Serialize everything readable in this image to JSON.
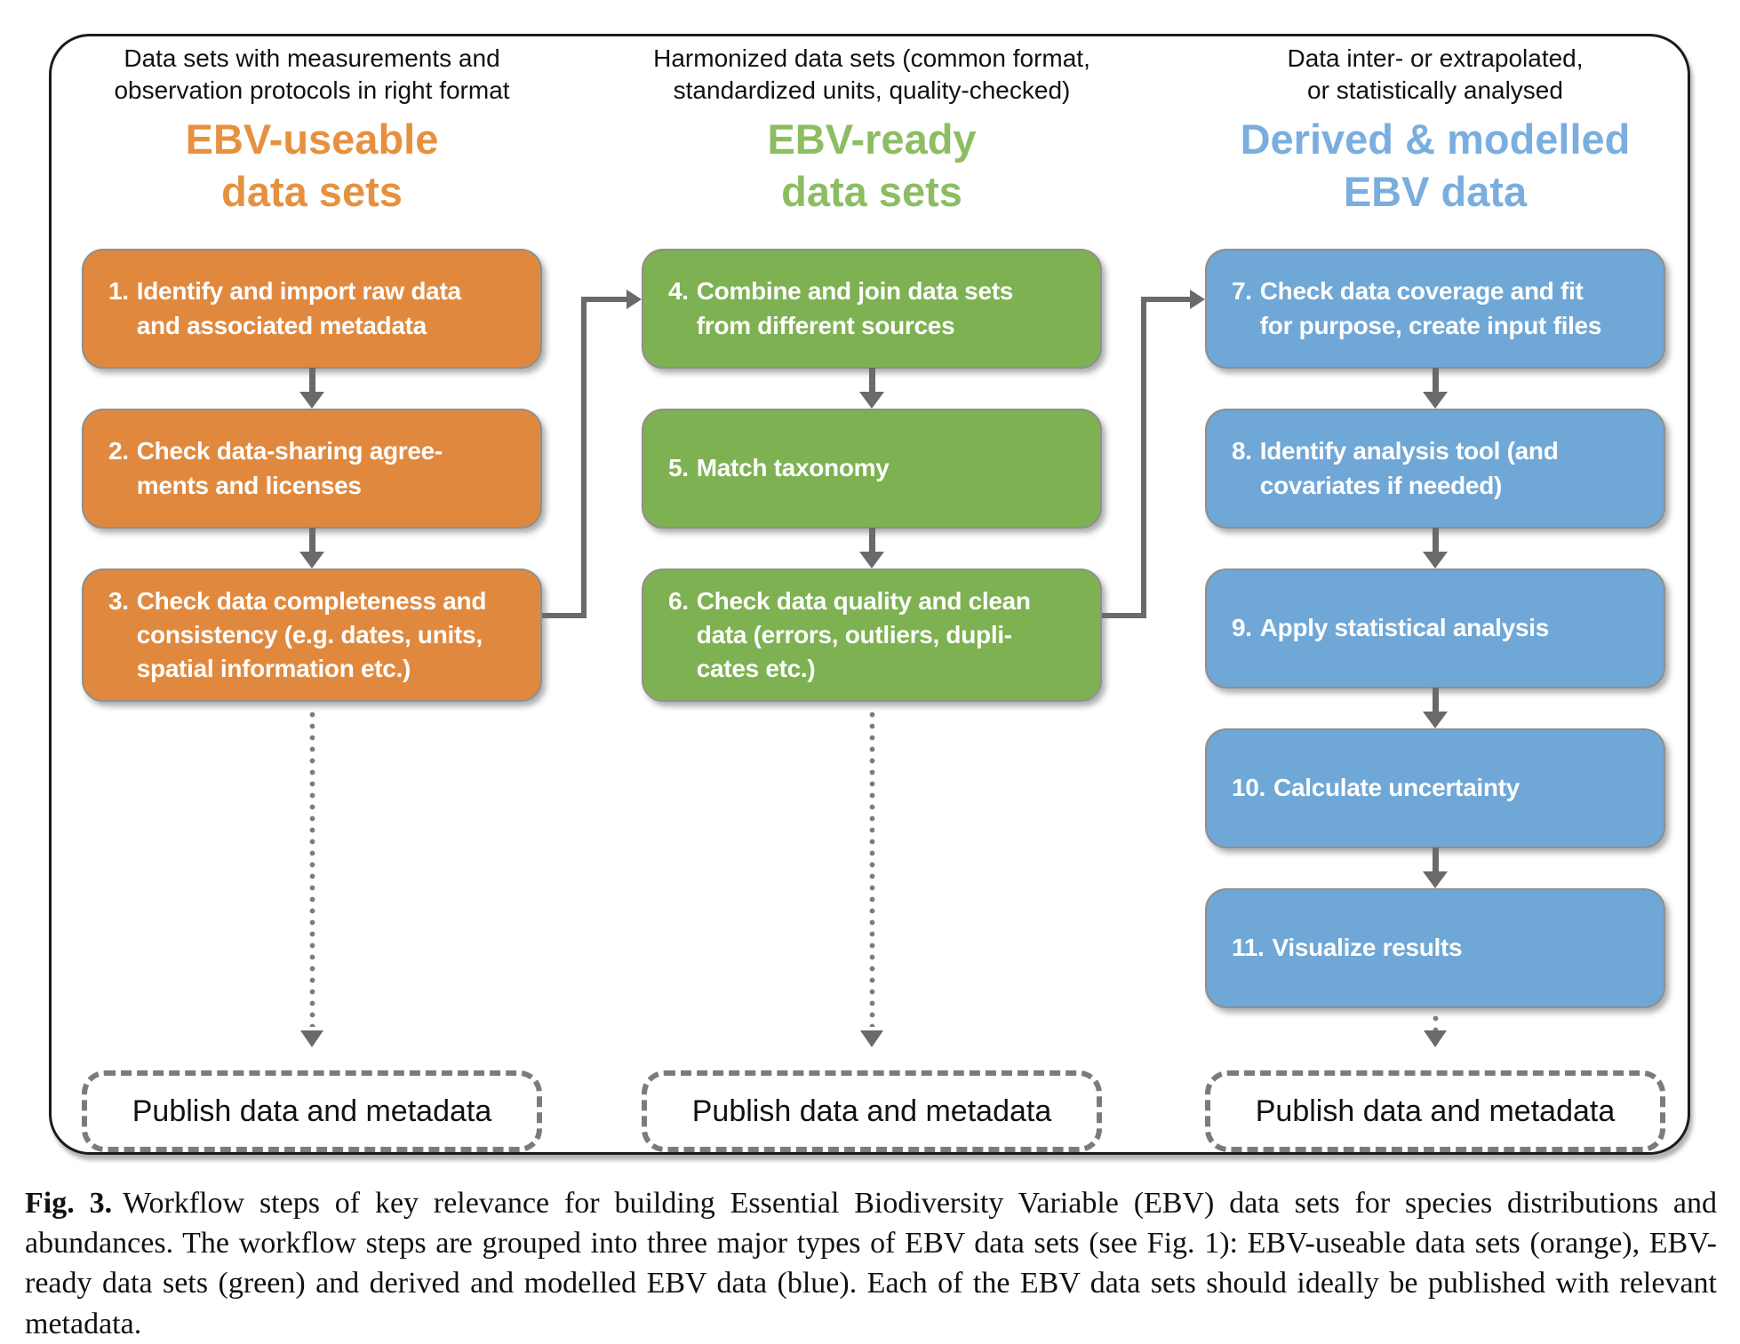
{
  "figure": {
    "caption_label": "Fig. 3.",
    "caption_text": "Workflow steps of key relevance for building Essential Biodiversity Variable (EBV) data sets for species distributions and abundances. The workflow steps are grouped into three major types of EBV data sets (see Fig. 1): EBV-useable data sets (orange), EBV-ready data sets (green) and derived and modelled EBV data (blue). Each of the EBV data sets should ideally be published with relevant metadata."
  },
  "colors": {
    "orange_box": "#E0893E",
    "green_box": "#7DB152",
    "blue_box": "#6FA7D6",
    "orange_title": "#E6913F",
    "green_title": "#8CBD62",
    "blue_title": "#79AEDF",
    "arrow_gray": "#6A6A6A",
    "dashed_border_gray": "#7B7B7B",
    "frame_black": "#1B1B1B"
  },
  "columns": [
    {
      "header": "Data sets with measurements and\nobservation protocols in right format",
      "title": "EBV-useable\ndata sets",
      "steps": [
        {
          "num": "1.",
          "text": "Identify and import raw data\nand associated metadata"
        },
        {
          "num": "2.",
          "text": "Check data-sharing agree-\nments and licenses"
        },
        {
          "num": "3.",
          "text": "Check data completeness and\nconsistency (e.g. dates, units,\nspatial information etc.)"
        }
      ],
      "publish": "Publish data and metadata"
    },
    {
      "header": "Harmonized data sets (common format,\nstandardized units, quality-checked)",
      "title": "EBV-ready\ndata sets",
      "steps": [
        {
          "num": "4.",
          "text": "Combine and join data sets\nfrom different sources"
        },
        {
          "num": "5.",
          "text": "Match taxonomy"
        },
        {
          "num": "6.",
          "text": "Check data quality and clean\ndata (errors, outliers, dupli-\ncates etc.)"
        }
      ],
      "publish": "Publish data and metadata"
    },
    {
      "header": "Data inter- or extrapolated,\nor statistically analysed",
      "title": "Derived & modelled\nEBV data",
      "steps": [
        {
          "num": "7.",
          "text": "Check data coverage and fit\nfor purpose, create input files"
        },
        {
          "num": "8.",
          "text": "Identify analysis tool (and\ncovariates if needed)"
        },
        {
          "num": "9.",
          "text": "Apply statistical analysis"
        },
        {
          "num": "10.",
          "text": "Calculate uncertainty"
        },
        {
          "num": "11.",
          "text": "Visualize results"
        }
      ],
      "publish": "Publish data and metadata"
    }
  ]
}
